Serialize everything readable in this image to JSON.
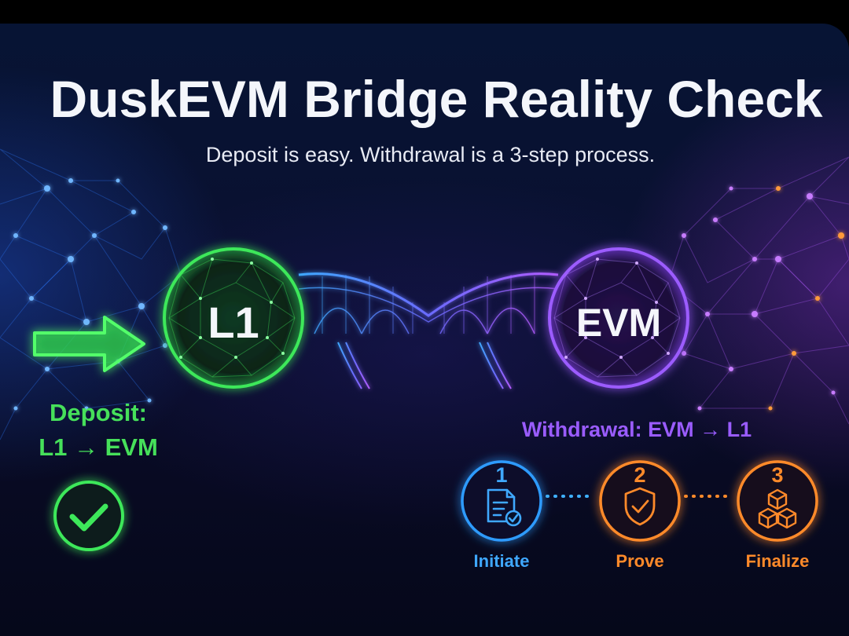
{
  "title": "DuskEVM Bridge Reality Check",
  "subtitle": "Deposit is easy. Withdrawal is a 3-step process.",
  "nodes": {
    "l1": {
      "label": "L1",
      "color": "#3ee85a"
    },
    "evm": {
      "label": "EVM",
      "color": "#9c5cff"
    }
  },
  "deposit": {
    "line1": "Deposit:",
    "line2": "L1 → EVM",
    "color": "#46e05a",
    "status_icon": "check-circle-icon"
  },
  "withdrawal": {
    "title": "Withdrawal: EVM → L1",
    "color": "#9a5cff",
    "steps": [
      {
        "number": "1",
        "label": "Initiate",
        "icon": "document-check-icon",
        "color": "#2e9bff"
      },
      {
        "number": "2",
        "label": "Prove",
        "icon": "shield-check-icon",
        "color": "#ff8a2a"
      },
      {
        "number": "3",
        "label": "Finalize",
        "icon": "cubes-icon",
        "color": "#ff8a2a"
      }
    ]
  }
}
